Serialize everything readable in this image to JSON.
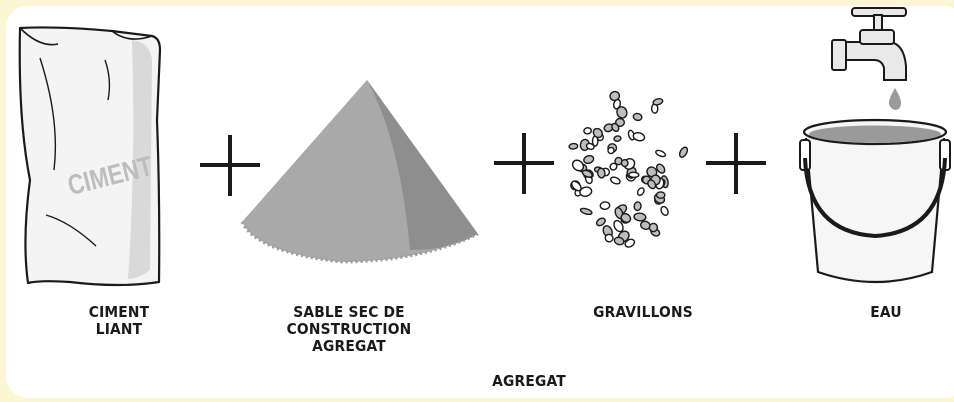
{
  "items": [
    {
      "id": "ciment",
      "bag_text": "CIMENT",
      "label_lines": [
        "CIMENT",
        "LIANT"
      ]
    },
    {
      "id": "sable",
      "label_lines": [
        "SABLE SEC DE",
        "CONSTRUCTION",
        "AGREGAT"
      ]
    },
    {
      "id": "gravillons",
      "label_lines": [
        "GRAVILLONS"
      ]
    },
    {
      "id": "eau",
      "label_lines": [
        "EAU"
      ]
    }
  ],
  "group_label": "AGREGAT",
  "operator": "+",
  "colors": {
    "background": "#fdf6d2",
    "panel": "#ffffff",
    "ink": "#1a1a1a",
    "bag_shade": "#d9d9d9",
    "sand_light": "#a9a9a9",
    "sand_dark": "#8e8e8e",
    "gravel": "#bdbdbd",
    "water": "#9a9a9a"
  }
}
